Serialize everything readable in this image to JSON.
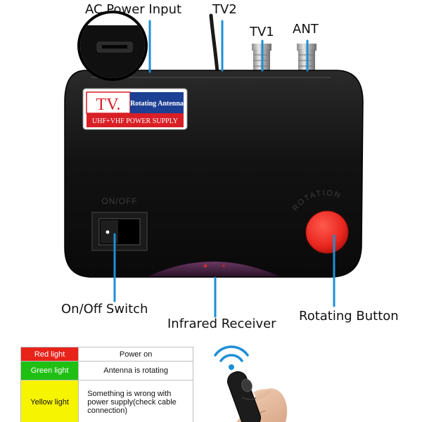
{
  "callouts": {
    "ac_power_input": "AC Power Input",
    "tv2": "TV2",
    "tv1": "TV1",
    "ant": "ANT",
    "onoff_switch": "On/Off Switch",
    "infrared_receiver": "Infrared Receiver",
    "rotating_button": "Rotating Button"
  },
  "device_labels": {
    "brand": "TV.",
    "rotating_antenna": "Rotating Antenna",
    "power_supply": "UHF+VHF POWER SUPPLY",
    "onoff": "ON/OFF",
    "rotation": "ROTATION"
  },
  "legend": [
    {
      "light": "Red light",
      "color": "#e8231a",
      "text_color": "#ffffff",
      "meaning": "Power on"
    },
    {
      "light": "Green light",
      "color": "#1fbf14",
      "text_color": "#ffffff",
      "meaning": "Antenna is rotating"
    },
    {
      "light": "Yellow light",
      "color": "#f7f400",
      "text_color": "#111111",
      "meaning": "Something is wrong with power supply(check cable connection)"
    }
  ],
  "colors": {
    "leader_line": "#1e8fd6",
    "device_body": "#141414",
    "rotation_button": "#ee2a24",
    "badge_red": "#d81f26",
    "badge_blue": "#1d3f94",
    "wifi_blue": "#1e8fd6"
  }
}
